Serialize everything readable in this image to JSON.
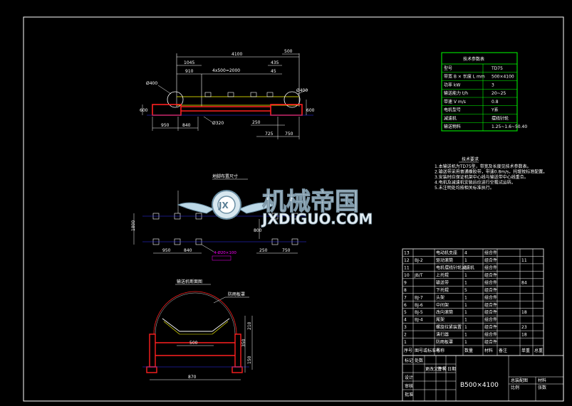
{
  "colors": {
    "background": "#000000",
    "frame": "#ffffff",
    "red": "#ff2020",
    "cyan": "#00ffff",
    "blue": "#3030ff",
    "green": "#00ff00",
    "magenta": "#ff00ff",
    "yellow": "#ffff00"
  },
  "top_view": {
    "dims": {
      "total": "4100",
      "d500": "500",
      "d1045": "1045",
      "d910": "910",
      "span": "4x500=2000",
      "d435": "435",
      "d45": "45",
      "dia400_left": "Ø400",
      "dia400_right": "Ø400",
      "h600_left": "600",
      "h600_right": "600",
      "d950": "950",
      "d840": "840",
      "dia320": "Ø320",
      "d250": "250",
      "d725": "725",
      "d750": "750"
    }
  },
  "plan_view": {
    "title": "地脚布置尺寸",
    "dims": {
      "d1800": "1800",
      "d800": "800",
      "d950": "950",
      "d840": "840",
      "d250": "250",
      "d750": "750"
    },
    "note": "4-Ø20×100"
  },
  "section_view": {
    "title": "输送机断面图",
    "label": "防雨板罩",
    "dims": {
      "d500": "500",
      "d870": "870",
      "d210": "210",
      "d350": "350",
      "d150": "150"
    }
  },
  "tech_table": {
    "title": "技术参数表",
    "rows": [
      {
        "name": "型号",
        "value": "TD75"
      },
      {
        "name": "带宽 B × 长度 L mm",
        "value": "500×4100"
      },
      {
        "name": "功率 kW",
        "value": "3"
      },
      {
        "name": "输送能力 t/h",
        "value": "20~25"
      },
      {
        "name": "带速 V m/s",
        "value": "0.8"
      },
      {
        "name": "电机型号",
        "value": "Y系"
      },
      {
        "name": "减速机",
        "value": "摆线针轮"
      },
      {
        "name": "输送物料",
        "value": "1.25~1.6~50.40"
      }
    ]
  },
  "notes": {
    "title": "技术要求",
    "items": [
      "1.本输送机为TD75型，带宽及长度见技术参数表。",
      "2.输送带采用普通橡胶带，带速0.8m/s，托辊按标准配置。",
      "3.安装时应保证机架中心线与输送带中心线重合。",
      "4.电机及减速机安装后应进行空载试运转。",
      "5.未注明处均按相关标准执行。"
    ]
  },
  "parts_list": {
    "headers": [
      "序号",
      "图号或标准号",
      "名称",
      "数量",
      "材料",
      "备注",
      "单重",
      "总重"
    ],
    "rows": [
      [
        "13",
        "",
        "电动机支座",
        "4",
        "组合件",
        "",
        ""
      ],
      [
        "12",
        "BJ-2",
        "驱动滚筒",
        "1",
        "组合件",
        "",
        "11"
      ],
      [
        "11",
        "",
        "电机摆线针轮减速机",
        "1",
        "组合件",
        "",
        ""
      ],
      [
        "10",
        "JB/T",
        "上托辊",
        "1",
        "组合件",
        "",
        ""
      ],
      [
        "9",
        "",
        "输送带",
        "1",
        "组合件",
        "",
        "84"
      ],
      [
        "8",
        "",
        "下托辊",
        "5",
        "组合件",
        "",
        ""
      ],
      [
        "7",
        "BJ-7",
        "头架",
        "1",
        "组合件",
        "",
        ""
      ],
      [
        "6",
        "BJ-6",
        "中间架",
        "1",
        "组合件",
        "",
        ""
      ],
      [
        "5",
        "BJ-5",
        "改向滚筒",
        "1",
        "组合件",
        "",
        "18"
      ],
      [
        "4",
        "BJ-4",
        "尾架",
        "1",
        "组合件",
        "",
        ""
      ],
      [
        "3",
        "",
        "螺旋拉紧装置",
        "1",
        "组合件",
        "",
        "23"
      ],
      [
        "2",
        "",
        "清扫器",
        "1",
        "组合件",
        "",
        "18"
      ],
      [
        "1",
        "",
        "防雨板罩",
        "1",
        "组合件",
        "",
        ""
      ]
    ]
  },
  "title_block": {
    "drawing_title": "B500×4100",
    "cells": {
      "row1_a": "标记",
      "row1_b": "处数",
      "row1_c": "更改文件号",
      "row1_d": "签字",
      "row1_e": "日期",
      "designer": "设计",
      "checker": "审核",
      "approver": "批准",
      "material_label": "材料",
      "assembly_label": "总装配图",
      "scale_label": "比例",
      "sheet_label": "张数"
    }
  },
  "watermark": {
    "cn": "机械帝国",
    "en": "JXDIGUO.COM"
  }
}
